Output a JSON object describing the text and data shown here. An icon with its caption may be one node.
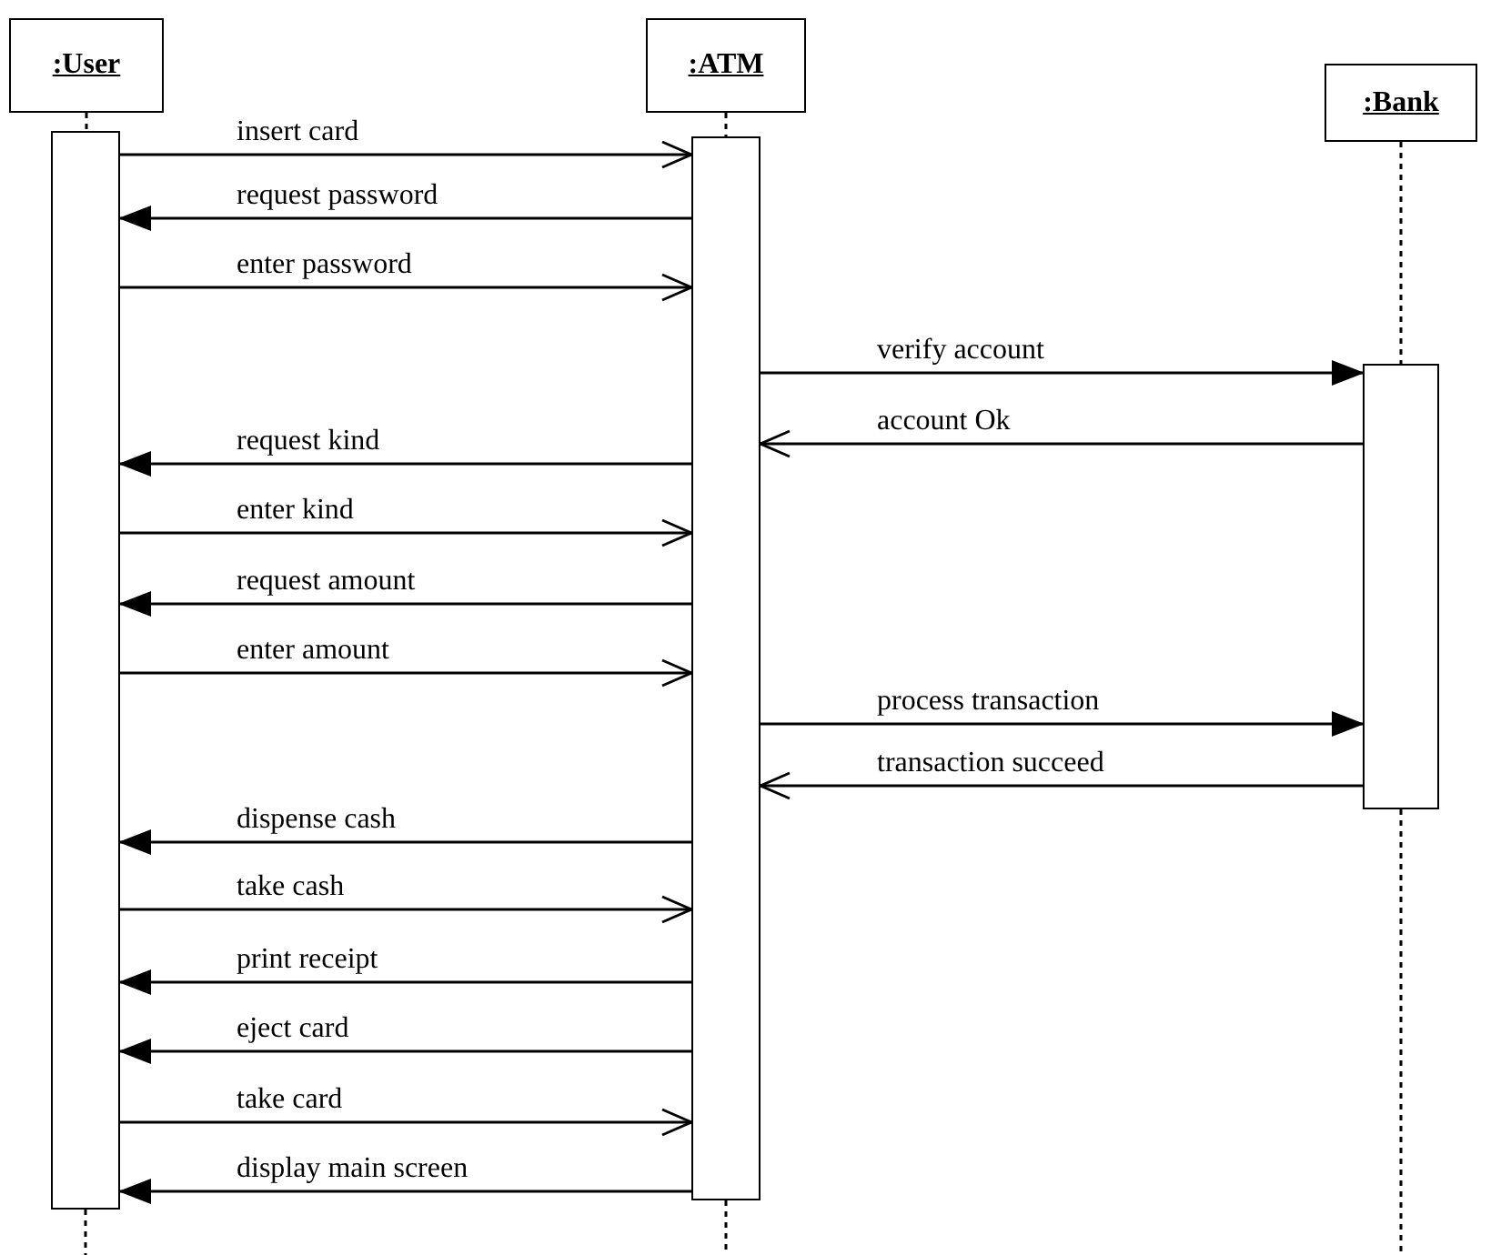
{
  "diagram": {
    "nodes": [
      {
        "text": [
          ":User"
        ]
      },
      {
        "text": [
          ":ATM"
        ]
      },
      {
        "text": [
          ":Bank"
        ]
      },
      {
        "text": [],
        "shape": "bar"
      },
      {
        "text": [],
        "shape": "bar"
      },
      {
        "text": [],
        "shape": "bar"
      }
    ],
    "edges": [
      {
        "from": 3,
        "to": 4,
        "arrow": "to",
        "label": "insert card"
      },
      {
        "from": 4,
        "to": 3,
        "arrow": "to",
        "label": "request password"
      },
      {
        "from": 3,
        "to": 4,
        "arrow": "to",
        "label": "enter password"
      },
      {
        "from": 4,
        "to": 5,
        "arrow": "to",
        "label": "verify account"
      },
      {
        "from": 5,
        "to": 4,
        "arrow": "to",
        "label": "account Ok"
      },
      {
        "from": 4,
        "to": 3,
        "arrow": "to",
        "label": "request kind"
      },
      {
        "from": 3,
        "to": 4,
        "arrow": "to",
        "label": "enter kind"
      },
      {
        "from": 4,
        "to": 3,
        "arrow": "to",
        "label": "request amount"
      },
      {
        "from": 3,
        "to": 4,
        "arrow": "to",
        "label": "enter amount"
      },
      {
        "from": 4,
        "to": 5,
        "arrow": "to",
        "label": "process transaction"
      },
      {
        "from": 5,
        "to": 4,
        "arrow": "to",
        "label": "transaction succeed"
      },
      {
        "from": 4,
        "to": 3,
        "arrow": "to",
        "label": "dispense cash"
      },
      {
        "from": 3,
        "to": 4,
        "arrow": "to",
        "label": "take cash"
      },
      {
        "from": 4,
        "to": 3,
        "arrow": "to",
        "label": "print receipt"
      },
      {
        "from": 4,
        "to": 3,
        "arrow": "to",
        "label": "eject card"
      },
      {
        "from": 3,
        "to": 4,
        "arrow": "to",
        "label": "take card"
      },
      {
        "from": 4,
        "to": 3,
        "arrow": "to",
        "label": "display main screen"
      },
      {
        "from": 0,
        "to": 3,
        "arrow": "none",
        "style": "dashed"
      },
      {
        "from": 1,
        "to": 4,
        "arrow": "none",
        "style": "dashed"
      },
      {
        "from": 2,
        "to": 5,
        "arrow": "none",
        "style": "dashed"
      },
      {
        "from": 3,
        "to": null,
        "arrow": "none",
        "style": "dashed"
      },
      {
        "from": 4,
        "to": null,
        "arrow": "none",
        "style": "dashed"
      },
      {
        "from": 5,
        "to": null,
        "arrow": "none",
        "style": "dashed"
      }
    ]
  }
}
